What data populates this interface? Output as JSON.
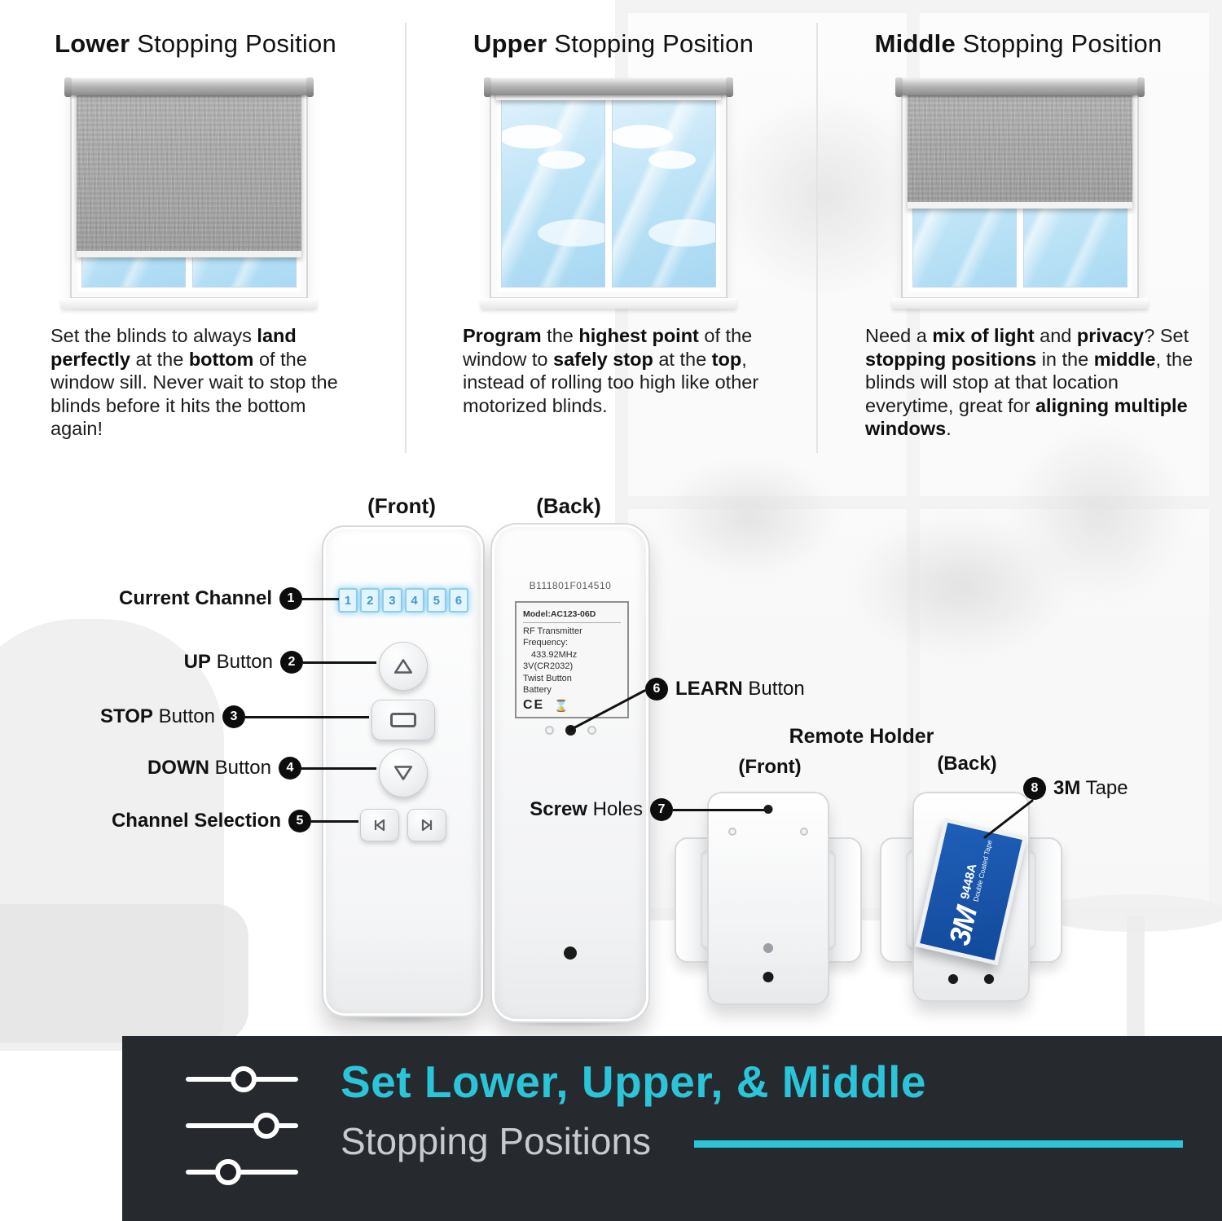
{
  "columns": [
    {
      "heading_bold": "Lower",
      "heading_rest": " Stopping Position",
      "paragraph": [
        {
          "t": "Set the blinds to always "
        },
        {
          "t": "land perfectly",
          "b": true
        },
        {
          "t": " at the "
        },
        {
          "t": "bottom",
          "b": true
        },
        {
          "t": " of the window sill. Never wait to stop the blinds before it hits the bottom again!"
        }
      ]
    },
    {
      "heading_bold": "Upper",
      "heading_rest": " Stopping Position",
      "paragraph": [
        {
          "t": "Program",
          "b": true
        },
        {
          "t": " the "
        },
        {
          "t": "highest point",
          "b": true
        },
        {
          "t": " of the window to "
        },
        {
          "t": "safely stop",
          "b": true
        },
        {
          "t": " at the "
        },
        {
          "t": "top",
          "b": true
        },
        {
          "t": ", instead of rolling too high like other motorized blinds."
        }
      ]
    },
    {
      "heading_bold": "Middle",
      "heading_rest": " Stopping Position",
      "paragraph": [
        {
          "t": "Need a "
        },
        {
          "t": "mix of light",
          "b": true
        },
        {
          "t": " and "
        },
        {
          "t": "privacy",
          "b": true
        },
        {
          "t": "? Set "
        },
        {
          "t": "stopping positions",
          "b": true
        },
        {
          "t": " in the "
        },
        {
          "t": "middle",
          "b": true
        },
        {
          "t": ", the blinds will stop at that location everytime, great for "
        },
        {
          "t": "aligning multiple windows",
          "b": true
        },
        {
          "t": "."
        }
      ]
    }
  ],
  "remote": {
    "front_label": "(Front)",
    "back_label": "(Back)",
    "channels": [
      "1",
      "2",
      "3",
      "4",
      "5",
      "6"
    ],
    "serial": "B111801F014510",
    "info_lines": [
      "Model:AC123-06D",
      "RF Transmitter",
      "Frequency:",
      "433.92MHz",
      "3V(CR2032)",
      "Twist Button",
      "Battery"
    ],
    "ce_text": "CE",
    "weee_icon": "⌛"
  },
  "callouts": [
    {
      "num": "1",
      "bold": "Current Channel",
      "rest": ""
    },
    {
      "num": "2",
      "bold": "UP",
      "rest": " Button"
    },
    {
      "num": "3",
      "bold": "STOP",
      "rest": " Button"
    },
    {
      "num": "4",
      "bold": "DOWN",
      "rest": " Button"
    },
    {
      "num": "5",
      "bold": "Channel Selection",
      "rest": ""
    },
    {
      "num": "6",
      "bold": "LEARN",
      "rest": " Button"
    },
    {
      "num": "7",
      "bold": "Screw",
      "rest": " Holes"
    },
    {
      "num": "8",
      "bold": "3M",
      "rest": " Tape"
    }
  ],
  "holder": {
    "title": "Remote Holder",
    "front_label": "(Front)",
    "back_label": "(Back)",
    "tape_brand": "3M",
    "tape_model": "9448A",
    "tape_desc": "Double Coated Tape"
  },
  "banner": {
    "title": "Set Lower, Upper, & Middle",
    "subtitle": "Stopping Positions",
    "accent": "#2bc4d9"
  }
}
